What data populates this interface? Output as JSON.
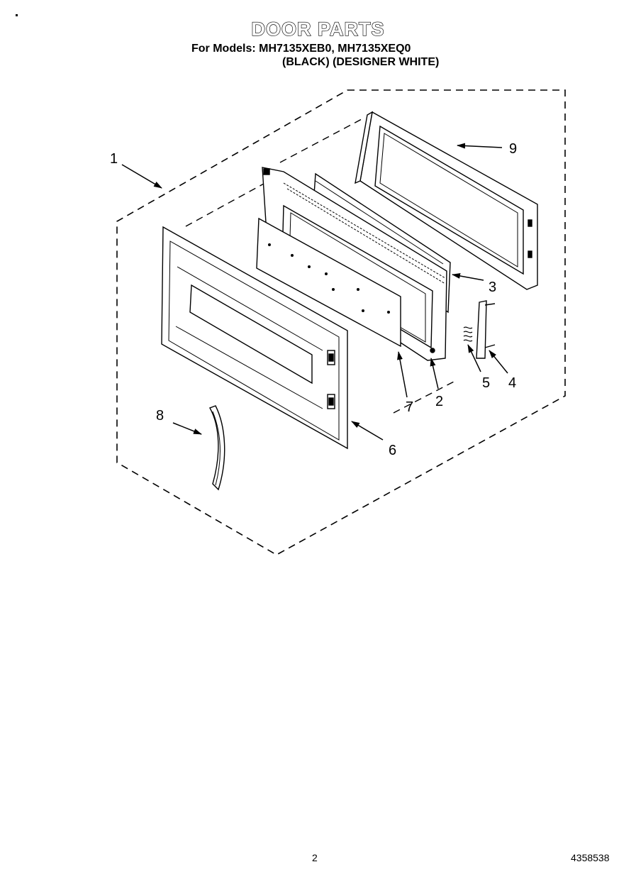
{
  "header": {
    "title": "DOOR PARTS",
    "models_line": "For Models: MH7135XEB0, MH7135XEQ0",
    "variants_line": "(BLACK) (DESIGNER WHITE)"
  },
  "callouts": [
    {
      "id": "1",
      "label": "1"
    },
    {
      "id": "2",
      "label": "2"
    },
    {
      "id": "3",
      "label": "3"
    },
    {
      "id": "4",
      "label": "4"
    },
    {
      "id": "5",
      "label": "5"
    },
    {
      "id": "6",
      "label": "6"
    },
    {
      "id": "7",
      "label": "7"
    },
    {
      "id": "8",
      "label": "8"
    },
    {
      "id": "9",
      "label": "9"
    }
  ],
  "footer": {
    "page_number": "2",
    "document_number": "4358538"
  }
}
